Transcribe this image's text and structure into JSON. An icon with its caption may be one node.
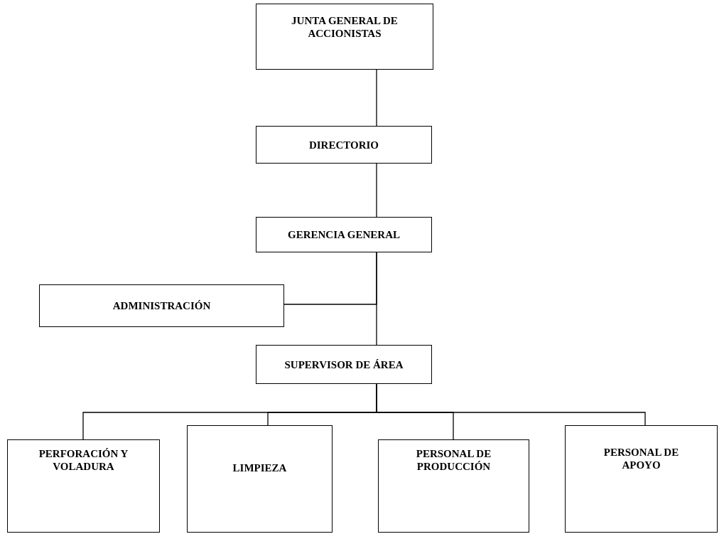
{
  "diagram": {
    "nodes": [
      {
        "text": [
          "JUNTA GENERAL DE ACCIONISTAS"
        ]
      },
      {
        "text": [
          "DIRECTORIO"
        ]
      },
      {
        "text": [
          "GERENCIA GENERAL"
        ]
      },
      {
        "text": [
          "ADMINISTRACIÓN"
        ]
      },
      {
        "text": [
          "SUPERVISOR DE ÁREA"
        ]
      },
      {
        "text": [
          "PERFORACIÓN Y VOLADURA"
        ]
      },
      {
        "text": [
          "LIMPIEZA"
        ]
      },
      {
        "text": [
          "PERSONAL DE PRODUCCIÓN"
        ]
      },
      {
        "text": [
          "PERSONAL DE APOYO"
        ]
      }
    ],
    "edges": [
      {
        "from": 0,
        "to": 1,
        "arrow": "none"
      },
      {
        "from": 1,
        "to": 2,
        "arrow": "none"
      },
      {
        "from": 2,
        "to": 3,
        "arrow": "none"
      },
      {
        "from": 2,
        "to": 4,
        "arrow": "none"
      },
      {
        "from": 4,
        "to": 5,
        "arrow": "none"
      },
      {
        "from": 4,
        "to": 6,
        "arrow": "none"
      },
      {
        "from": 4,
        "to": 7,
        "arrow": "none"
      },
      {
        "from": 4,
        "to": 8,
        "arrow": "none"
      }
    ]
  }
}
